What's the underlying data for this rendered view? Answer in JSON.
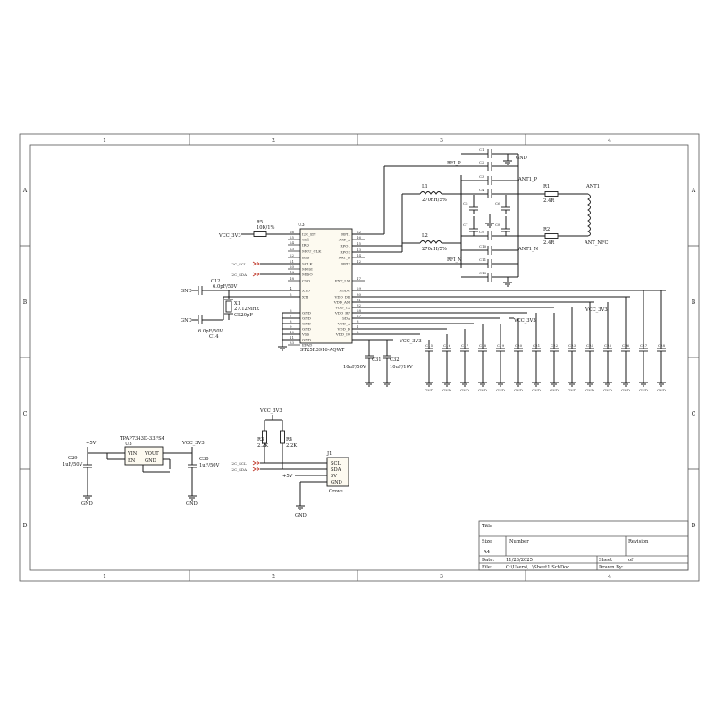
{
  "frame": {
    "cols": [
      "1",
      "2",
      "3",
      "4"
    ],
    "rows": [
      "A",
      "B",
      "C",
      "D"
    ]
  },
  "title_block": {
    "title_label": "Title",
    "size_label": "Size",
    "size_value": "A4",
    "number_label": "Number",
    "revision_label": "Revision",
    "date_label": "Date:",
    "date_value": "11/28/2025",
    "sheet_label": "Sheet",
    "of_label": "of",
    "file_label": "File:",
    "file_value": "C:\\Users\\...\\Sheet1.SchDoc",
    "drawn_label": "Drawn By:"
  },
  "u3": {
    "ref": "U3",
    "part": "ST25R3916-AQWT",
    "left_pins": [
      {
        "num": "26",
        "name": "I2C_EN"
      },
      {
        "num": "25",
        "name": "CS1"
      },
      {
        "num": "24",
        "name": "IRQ"
      },
      {
        "num": "23",
        "name": "MCU_CLK"
      },
      {
        "num": "22",
        "name": "BSS"
      },
      {
        "num": "21",
        "name": "SCLK"
      },
      {
        "num": "20",
        "name": "MOSI"
      },
      {
        "num": "19",
        "name": "MISO"
      },
      {
        "num": "18",
        "name": "CSO"
      },
      {
        "num": "4",
        "name": "XTO"
      },
      {
        "num": "5",
        "name": "XTI"
      },
      {
        "num": "6",
        "name": "GND"
      },
      {
        "num": "7",
        "name": "GND"
      },
      {
        "num": "8",
        "name": "GND"
      },
      {
        "num": "9",
        "name": "GND"
      },
      {
        "num": "10",
        "name": "VSS"
      },
      {
        "num": "11",
        "name": "GND"
      },
      {
        "num": "33",
        "name": "EPAD"
      }
    ],
    "right_pins": [
      {
        "num": "22",
        "name": "RFI1"
      },
      {
        "num": "16",
        "name": "AAT_A"
      },
      {
        "num": "15",
        "name": "RFO1"
      },
      {
        "num": "13",
        "name": "RFO2"
      },
      {
        "num": "14",
        "name": "AAT_B"
      },
      {
        "num": "12",
        "name": "RFI2"
      },
      {
        "num": "17",
        "name": "EXT_LM"
      },
      {
        "num": "29",
        "name": "AGDC"
      },
      {
        "num": "30",
        "name": "VDD_DR"
      },
      {
        "num": "31",
        "name": "VDD_AM"
      },
      {
        "num": "32",
        "name": "VDD_TX"
      },
      {
        "num": "28",
        "name": "VDD_RF"
      },
      {
        "num": "27",
        "name": "SDA"
      },
      {
        "num": "3",
        "name": "VDD_A"
      },
      {
        "num": "1",
        "name": "VDD_D"
      },
      {
        "num": "2",
        "name": "VDD_IO"
      }
    ]
  },
  "nets": {
    "vcc": "VCC_3V3",
    "gnd": "GND",
    "scl": "I2C_SCL",
    "sda": "I2C_SDA",
    "rfi_p": "RFI_P",
    "rfi_n": "RFI_N",
    "ant_p": "ANT1_P",
    "ant_n": "ANT1_N",
    "ant_nfc": "ANT_NFC",
    "ant1": "ANT1",
    "v5": "+5V"
  },
  "parts": {
    "r5": {
      "ref": "R5",
      "value": "10K/1%"
    },
    "r1": {
      "ref": "R1",
      "value": "2.4R"
    },
    "r2": {
      "ref": "R2",
      "value": "2.4R"
    },
    "r3": {
      "ref": "R3",
      "value": "2.2K"
    },
    "r4": {
      "ref": "R4",
      "value": "2.2K"
    },
    "l1": {
      "ref": "L1",
      "value": "270nH/5%"
    },
    "l2": {
      "ref": "L2",
      "value": "270nH/5%"
    },
    "x1": {
      "ref": "X1",
      "value": "27.12MHZ"
    },
    "x1_load": "CL20pF",
    "c12": {
      "ref": "C12",
      "value": "6.0pF/50V"
    },
    "c14": {
      "ref": "C14",
      "value": "6.0pF/50V"
    },
    "c31": {
      "ref": "C31",
      "value": "10uF/50V"
    },
    "c32": {
      "ref": "C32",
      "value": "10uF/10V"
    },
    "c29": {
      "ref": "C29",
      "value": "1uF/50V"
    },
    "c30": {
      "ref": "C30",
      "value": "1uF/50V"
    },
    "u3reg": {
      "ref": "U3",
      "part": "TPAP7343D-33FS4",
      "vin": "VIN",
      "vout": "VOUT",
      "en": "EN",
      "gnd": "GND"
    },
    "j1": {
      "ref": "J1",
      "part": "Grove",
      "pins": [
        "SCL",
        "SDA",
        "5V",
        "GND"
      ]
    }
  },
  "rf_caps": [
    "C1",
    "C2",
    "C3",
    "C4",
    "C5",
    "C6",
    "C7",
    "C8",
    "C9",
    "C10",
    "C11",
    "C13"
  ],
  "decoupling_caps": [
    "C15",
    "C16",
    "C17",
    "C18",
    "C19",
    "C20",
    "C21",
    "C22",
    "C23",
    "C24",
    "C25",
    "C26",
    "C27",
    "C28"
  ]
}
